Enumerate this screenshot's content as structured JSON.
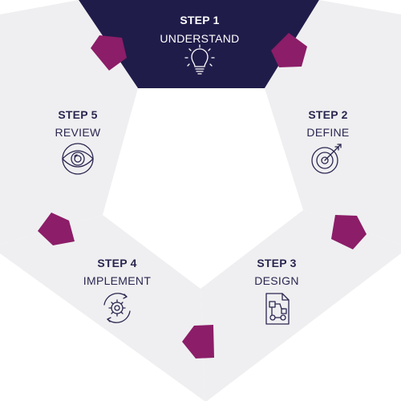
{
  "colors": {
    "panel": "#efeff1",
    "panel_active": "#201c4a",
    "connector": "#8c1d68",
    "text_dark": "#2a2650",
    "text_light": "#ffffff",
    "icon_stroke": "#2a2650"
  },
  "steps": [
    {
      "title": "STEP 1",
      "label": "UNDERSTAND",
      "icon": "lightbulb-icon",
      "active": true
    },
    {
      "title": "STEP 2",
      "label": "DEFINE",
      "icon": "target-icon",
      "active": false
    },
    {
      "title": "STEP 3",
      "label": "DESIGN",
      "icon": "document-flow-icon",
      "active": false
    },
    {
      "title": "STEP 4",
      "label": "IMPLEMENT",
      "icon": "gear-cycle-icon",
      "active": false
    },
    {
      "title": "STEP 5",
      "label": "REVIEW",
      "icon": "eye-icon",
      "active": false
    }
  ]
}
